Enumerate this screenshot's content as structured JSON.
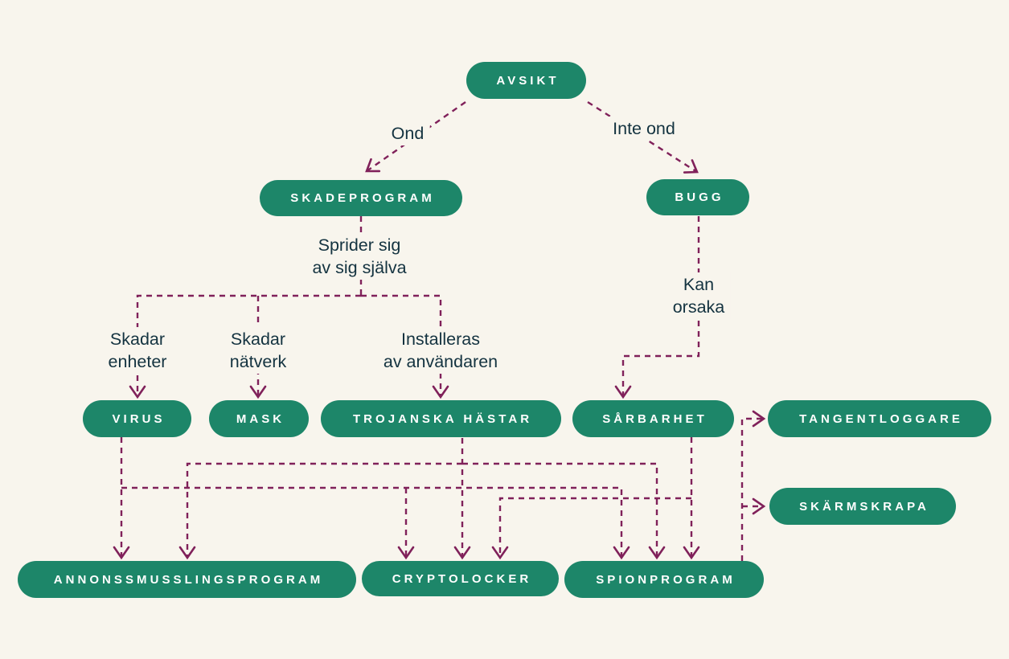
{
  "colors": {
    "background": "#f8f5ed",
    "node_fill": "#1d8669",
    "node_text": "#ffffff",
    "connector": "#80215a",
    "label_text": "#143340"
  },
  "nodes": [
    {
      "id": "avsikt",
      "label": "AVSIKT"
    },
    {
      "id": "skadeprogram",
      "label": "SKADEPROGRAM"
    },
    {
      "id": "bugg",
      "label": "BUGG"
    },
    {
      "id": "virus",
      "label": "VIRUS"
    },
    {
      "id": "mask",
      "label": "MASK"
    },
    {
      "id": "trojanska-hastar",
      "label": "TROJANSKA HÄSTAR"
    },
    {
      "id": "sarbarhet",
      "label": "SÅRBARHET"
    },
    {
      "id": "tangentloggare",
      "label": "TANGENTLOGGARE"
    },
    {
      "id": "skarmskrapa",
      "label": "SKÄRMSKRAPA"
    },
    {
      "id": "annonssmusslingsprogram",
      "label": "ANNONSSMUSSLINGSPROGRAM"
    },
    {
      "id": "cryptolocker",
      "label": "CRYPTOLOCKER"
    },
    {
      "id": "spionprogram",
      "label": "SPIONPROGRAM"
    }
  ],
  "edge_labels": {
    "ond": "Ond",
    "inte_ond": "Inte ond",
    "sprider": "Sprider sig\nav sig själva",
    "kan_orsaka": "Kan\norsaka",
    "skadar_enheter": "Skadar\nenheter",
    "skadar_natverk": "Skadar\nnätverk",
    "installeras": "Installeras\nav användaren"
  },
  "edges": [
    {
      "from": "avsikt",
      "to": "skadeprogram",
      "label": "Ond"
    },
    {
      "from": "avsikt",
      "to": "bugg",
      "label": "Inte ond"
    },
    {
      "from": "skadeprogram",
      "to": "virus",
      "label": "Sprider sig av sig själva — Skadar enheter"
    },
    {
      "from": "skadeprogram",
      "to": "mask",
      "label": "Sprider sig av sig själva — Skadar nätverk"
    },
    {
      "from": "skadeprogram",
      "to": "trojanska-hastar",
      "label": "Sprider sig av sig själva — Installeras av användaren"
    },
    {
      "from": "bugg",
      "to": "sarbarhet",
      "label": "Kan orsaka"
    },
    {
      "from": "virus",
      "to": "annonssmusslingsprogram",
      "label": ""
    },
    {
      "from": "virus",
      "to": "cryptolocker",
      "label": ""
    },
    {
      "from": "virus",
      "to": "spionprogram",
      "label": ""
    },
    {
      "from": "trojanska-hastar",
      "to": "annonssmusslingsprogram",
      "label": ""
    },
    {
      "from": "trojanska-hastar",
      "to": "cryptolocker",
      "label": ""
    },
    {
      "from": "trojanska-hastar",
      "to": "spionprogram",
      "label": ""
    },
    {
      "from": "sarbarhet",
      "to": "cryptolocker",
      "label": ""
    },
    {
      "from": "sarbarhet",
      "to": "spionprogram",
      "label": ""
    },
    {
      "from": "spionprogram",
      "to": "tangentloggare",
      "label": ""
    },
    {
      "from": "spionprogram",
      "to": "skarmskrapa",
      "label": ""
    }
  ]
}
